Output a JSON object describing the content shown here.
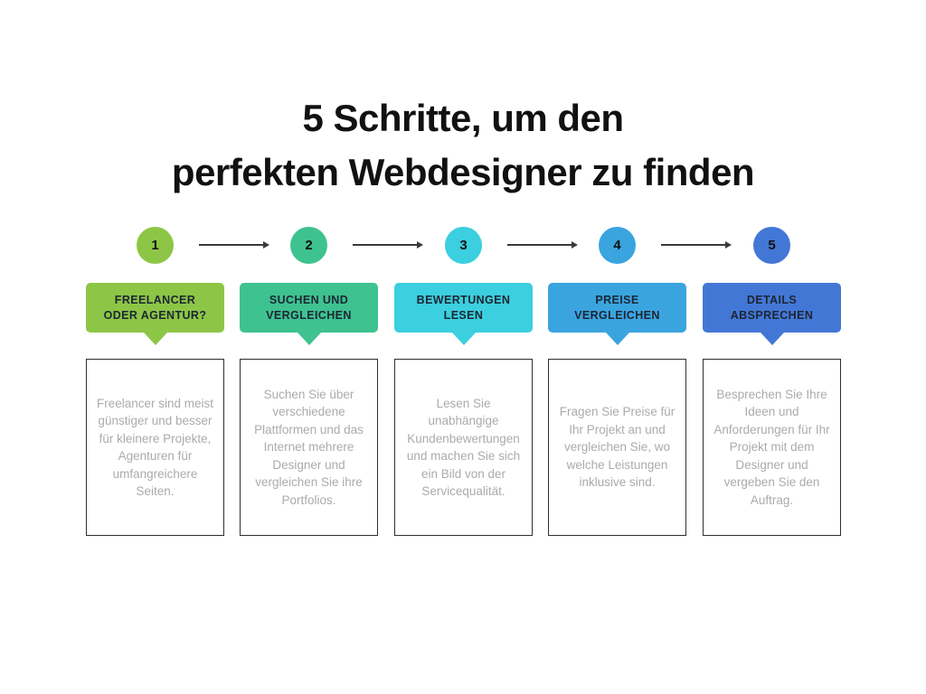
{
  "title": {
    "line1": "5 Schritte, um den",
    "line2": "perfekten Webdesigner zu finden"
  },
  "steps": [
    {
      "number": "1",
      "color": "#8dc646",
      "header": "FREELANCER ODER AGENTUR?",
      "body": "Freelancer sind meist günstiger und besser für kleinere Projekte, Agenturen für umfangreichere Seiten."
    },
    {
      "number": "2",
      "color": "#3ec28f",
      "header": "SUCHEN UND VERGLEICHEN",
      "body": "Suchen Sie über verschiedene Plattformen und das Internet mehrere Designer und vergleichen Sie ihre Portfolios."
    },
    {
      "number": "3",
      "color": "#3bcfdf",
      "header": "BEWERTUNGEN LESEN",
      "body": "Lesen Sie unabhängige Kundenbewertungen und machen Sie sich ein Bild von der Servicequalität."
    },
    {
      "number": "4",
      "color": "#3aa4df",
      "header": "PREISE VERGLEICHEN",
      "body": "Fragen Sie Preise für Ihr Projekt an und vergleichen Sie, wo welche Leistungen inklusive sind."
    },
    {
      "number": "5",
      "color": "#4377d6",
      "header": "DETAILS ABSPRECHEN",
      "body": "Besprechen Sie Ihre Ideen und Anforderungen für Ihr Projekt mit dem Designer und vergeben Sie den Auftrag."
    }
  ],
  "colors": {
    "background": "#ffffff",
    "title_text": "#111111",
    "header_text": "#1c2633",
    "body_text": "#a9abae",
    "box_border": "#2f2f2f",
    "arrow": "#3a3a3a"
  }
}
